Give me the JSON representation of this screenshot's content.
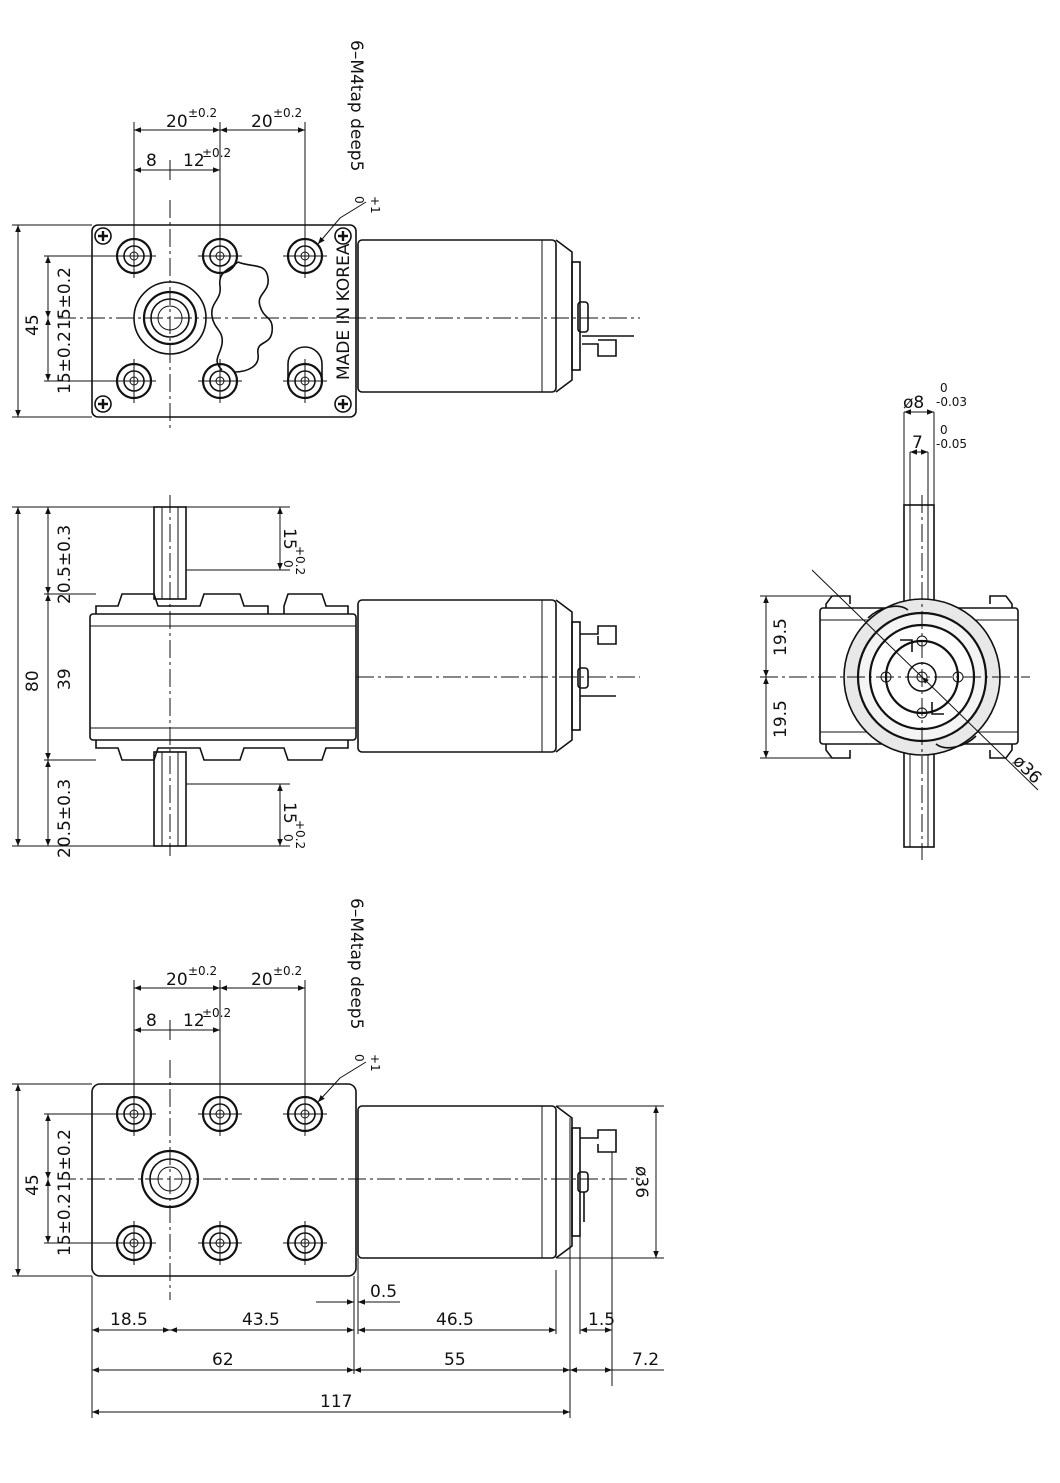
{
  "top_view": {
    "tap_note": "6–M4tap  deep5",
    "tap_tol_upper": "+1",
    "tap_tol_lower": "0",
    "dim_pitch_1": "20",
    "dim_pitch_2": "20",
    "dim_pitch_tol": "±0.2",
    "dim_offset": "8",
    "dim_center": "12",
    "dim_center_tol": "±0.2",
    "dim_height": "45",
    "dim_half_1": "15±0.2",
    "dim_half_2": "15±0.2",
    "label": "MADE IN KOREA"
  },
  "side_view": {
    "dim_total": "80",
    "dim_shaft_top": "20.5±0.3",
    "dim_body": "39",
    "dim_shaft_bottom": "20.5±0.3",
    "dim_flat_top": "15",
    "dim_flat_bottom": "15",
    "flat_tol_upper": "+0.2",
    "flat_tol_lower": "0"
  },
  "end_view": {
    "dim_shaft_dia": "ø8",
    "shaft_dia_tol_upper": "0",
    "shaft_dia_tol_lower": "-0.03",
    "dim_flat": "7",
    "flat_tol_upper": "0",
    "flat_tol_lower": "-0.05",
    "dim_upper": "19.5",
    "dim_lower": "19.5",
    "dim_motor_dia": "ø36"
  },
  "bottom_view": {
    "tap_note": "6–M4tap  deep5",
    "tap_tol_upper": "+1",
    "tap_tol_lower": "0",
    "dim_pitch_1": "20",
    "dim_pitch_2": "20",
    "dim_pitch_tol": "±0.2",
    "dim_offset": "8",
    "dim_center": "12",
    "dim_center_tol": "±0.2",
    "dim_height": "45",
    "dim_half_1": "15±0.2",
    "dim_half_2": "15±0.2",
    "dim_motor_dia": "ø36",
    "dim_gap": "0.5",
    "dim_a": "18.5",
    "dim_b": "43.5",
    "dim_c": "46.5",
    "dim_d": "1.5",
    "dim_gearbox": "62",
    "dim_motor": "55",
    "dim_terminal": "7.2",
    "dim_overall": "117"
  }
}
